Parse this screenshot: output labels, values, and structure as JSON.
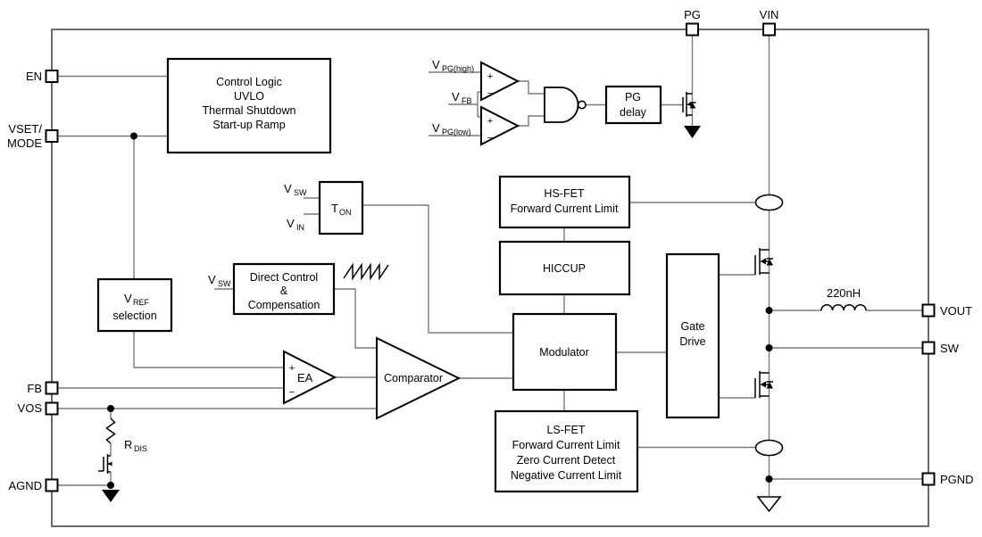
{
  "pins": {
    "en": "EN",
    "vset_line1": "VSET/",
    "vset_line2": "MODE",
    "fb": "FB",
    "vos": "VOS",
    "agnd": "AGND",
    "pg": "PG",
    "vin": "VIN",
    "vout": "VOUT",
    "sw": "SW",
    "pgnd": "PGND"
  },
  "blocks": {
    "control_logic": {
      "line1": "Control Logic",
      "line2": "UVLO",
      "line3": "Thermal Shutdown",
      "line4": "Start-up Ramp"
    },
    "vref": {
      "main": "V",
      "sub": "REF",
      "line2": "selection"
    },
    "ton": {
      "main": "T",
      "sub": "ON"
    },
    "direct_control": {
      "line1": "Direct Control",
      "line2": "&",
      "line3": "Compensation"
    },
    "hs_fet": {
      "line1": "HS-FET",
      "line2": "Forward Current Limit"
    },
    "hiccup": {
      "label": "HICCUP"
    },
    "modulator": {
      "label": "Modulator"
    },
    "gate_drive": {
      "line1": "Gate",
      "line2": "Drive"
    },
    "ls_fet": {
      "line1": "LS-FET",
      "line2": "Forward Current Limit",
      "line3": "Zero Current Detect",
      "line4": "Negative Current Limit"
    },
    "pg_delay": {
      "line1": "PG",
      "line2": "delay"
    }
  },
  "amps": {
    "ea": "EA",
    "comparator": "Comparator"
  },
  "signs": {
    "plus": "+",
    "minus": "−"
  },
  "signals": {
    "vpg_high": {
      "main": "V",
      "sub": "PG(high)"
    },
    "vfb": {
      "main": "V",
      "sub": "FB"
    },
    "vpg_low": {
      "main": "V",
      "sub": "PG(low)"
    },
    "ton_vsw": {
      "main": "V",
      "sub": "SW"
    },
    "ton_vin": {
      "main": "V",
      "sub": "IN"
    },
    "dc_vsw": {
      "main": "V",
      "sub": "SW"
    },
    "rdis": {
      "main": "R",
      "sub": "DIS"
    }
  },
  "components": {
    "inductor_value": "220nH"
  },
  "colors": {
    "wire": "#7a7a7a",
    "outline": "#000000",
    "background": "#ffffff"
  }
}
